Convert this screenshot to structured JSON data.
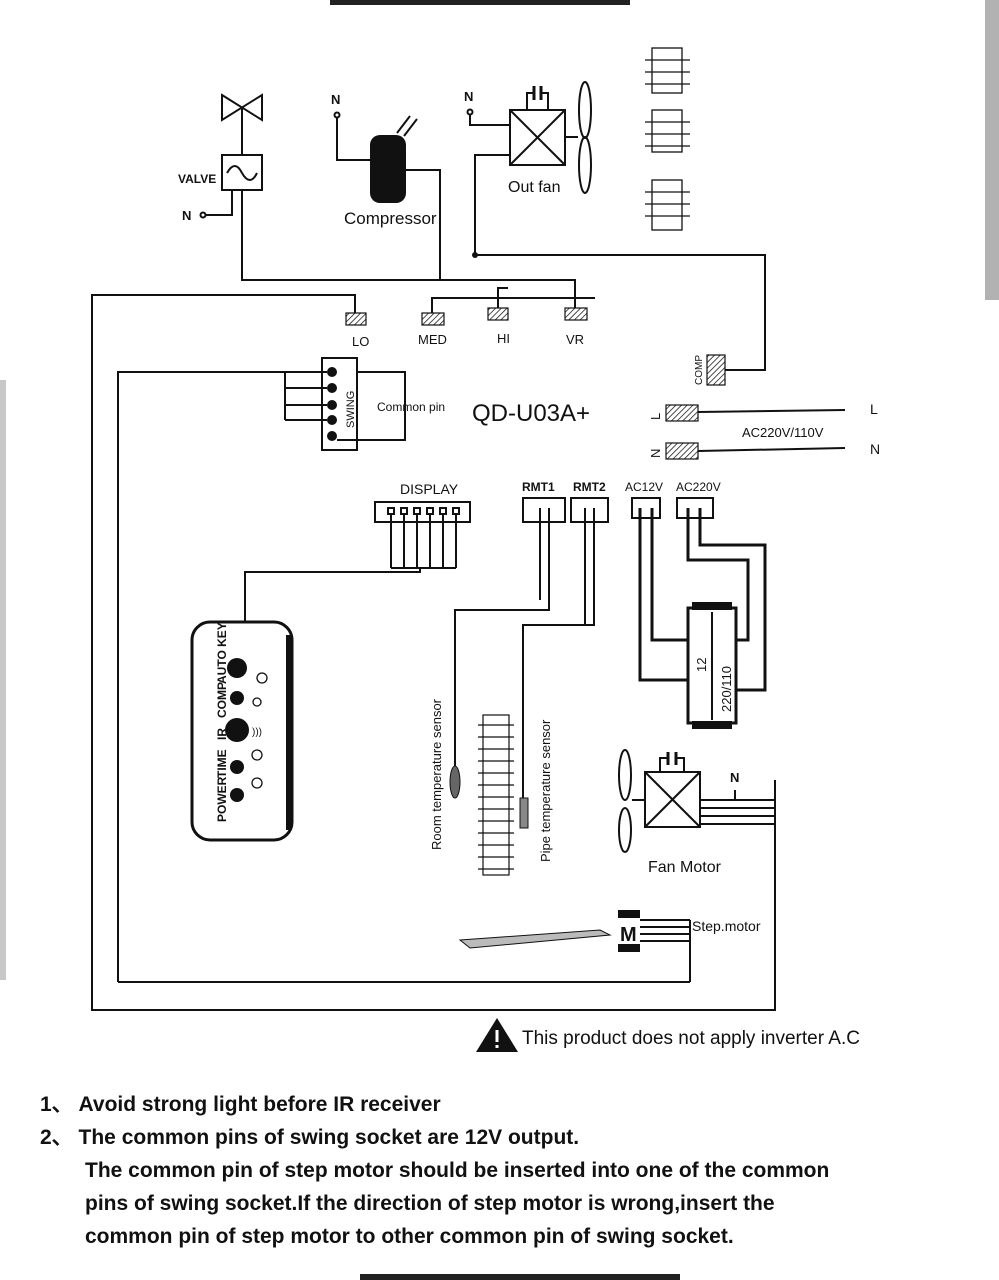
{
  "diagram": {
    "labels": {
      "valve": "VALVE",
      "n_valve": "N",
      "n_compressor": "N",
      "n_outfan": "N",
      "compressor": "Compressor",
      "out_fan": "Out fan",
      "lo": "LO",
      "med": "MED",
      "hi": "HI",
      "vr": "VR",
      "comp": "COMP",
      "swing": "SWING",
      "common_pin": "Common pin",
      "model": "QD-U03A+",
      "l_pin": "L",
      "n_pin": "N",
      "l_out": "L",
      "n_out": "N",
      "ac_supply": "AC220V/110V",
      "display": "DISPLAY",
      "rmt1": "RMT1",
      "rmt2": "RMT2",
      "ac12v": "AC12V",
      "ac220v": "AC220V",
      "transformer_low": "12",
      "transformer_high": "220/110",
      "room_sensor": "Room temperature sensor",
      "pipe_sensor": "Pipe temperature sensor",
      "n_fanmotor": "N",
      "fan_motor": "Fan Motor",
      "step_motor_m": "M",
      "step_motor": "Step.motor"
    },
    "display_panel": {
      "power": "POWER",
      "time": "TIME",
      "ir": "IR",
      "comp": "COMP",
      "auto_key": "AUTO KEY"
    },
    "warning": "This product does not apply inverter A.C"
  },
  "notes": [
    {
      "num": "1、",
      "text": "Avoid strong light before IR receiver"
    },
    {
      "num": "2、",
      "text": "The common pins of swing socket are 12V output."
    },
    {
      "num": "",
      "text": "The common pin of step motor should be inserted into one of the common"
    },
    {
      "num": "",
      "text": "pins of swing  socket.If the direction of step motor is wrong,insert the"
    },
    {
      "num": "",
      "text": "common pin of step motor to other  common pin of swing socket."
    }
  ]
}
